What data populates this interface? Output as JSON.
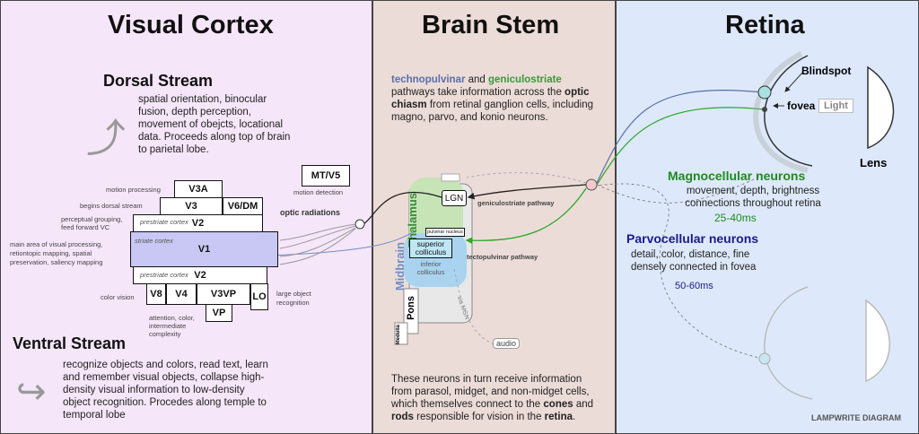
{
  "visual_cortex": {
    "title": "Visual Cortex",
    "dorsal": {
      "heading": "Dorsal Stream",
      "text": "spatial orientation, binocular fusion, depth perception, movement of obejcts, locational data. Proceeds along top of brain to parietal lobe.",
      "icon": "curved-arrow-up-icon"
    },
    "ventral": {
      "heading": "Ventral Stream",
      "text": "recognize objects and colors, read text, learn and remember visual objects, collapse high-density visual information to low-density object recognition. Procedes along temple to temporal lobe",
      "icon": "curved-arrow-right-icon"
    },
    "areas": {
      "v3a": "V3A",
      "v3": "V3",
      "v6dm": "V6/DM",
      "v2_top": "V2",
      "v1": "V1",
      "v2_bottom": "V2",
      "v8": "V8",
      "v4": "V4",
      "v3vp": "V3VP",
      "lo": "LO",
      "vp": "VP",
      "mtv5": "MT/V5"
    },
    "labels": {
      "prestriate_top": "prestriate cortex",
      "striate": "striate cortex",
      "prestriate_bottom": "prestriate cortex",
      "motion_processing": "motion processing",
      "begins_dorsal": "begins dorsal stream",
      "perceptual_grouping": "perceptual grouping, feed forward VC",
      "main_area": "main area of visual processing, retiontopic mapping, spatial preservation, saliency mapping",
      "color_vision": "color vision",
      "attention": "attention, color, intermediate complexity",
      "large_object": "large object recognition",
      "motion_detection": "motion detection",
      "optic_radiations": "optic radiations"
    }
  },
  "brain_stem": {
    "title": "Brain Stem",
    "intro": {
      "techno": "technopulvinar",
      "and": " and ",
      "genic": "geniculostriate",
      "rest1": " pathways take information across the ",
      "chiasm": "optic chiasm",
      "rest2": " from retinal ganglion cells, including  magno, parvo, and konio neurons."
    },
    "structures": {
      "thalamus": "Thalamus",
      "midbrain": "Midbrain",
      "pons": "Pons",
      "medulla": "Medulla",
      "lgn": "LGN",
      "pulvinar": "pulvinar nucleus",
      "superior": "superior colliculus",
      "inferior": "inferior colliculus",
      "geniculostriate_pathway": "geniculostriate pathway",
      "tectopulvinar_pathway": "tectopulvinar pathway",
      "via_mgn": "via MGN",
      "audio": "audio"
    },
    "outro": {
      "p1": "These neurons in turn receive information from parasol, midget, and non-midget cells, which themselves connect to the ",
      "cones": "cones",
      "p2": " and ",
      "rods": "rods",
      "p3": " responsible for vision in the ",
      "retina": "retina",
      "p4": "."
    }
  },
  "retina": {
    "title": "Retina",
    "blindspot": "Blindspot",
    "fovea": "fovea",
    "light": "Light",
    "lens": "Lens",
    "magno": {
      "heading": "Magnocellular neurons",
      "desc": "movement, depth, brightness connections throughout retina",
      "timing": "25-40ms"
    },
    "parvo": {
      "heading": "Parvocellular neurons",
      "desc": "detail, color, distance, fine densely connected in fovea",
      "timing": "50-60ms"
    },
    "credit": "LAMPWRITE DIAGRAM"
  },
  "colors": {
    "techno": "#5a6fa8",
    "genic": "#3a9a3a",
    "magno": "#1f8a1f",
    "parvo": "#1a1a8a",
    "v1_fill": "#c9c8f4"
  }
}
